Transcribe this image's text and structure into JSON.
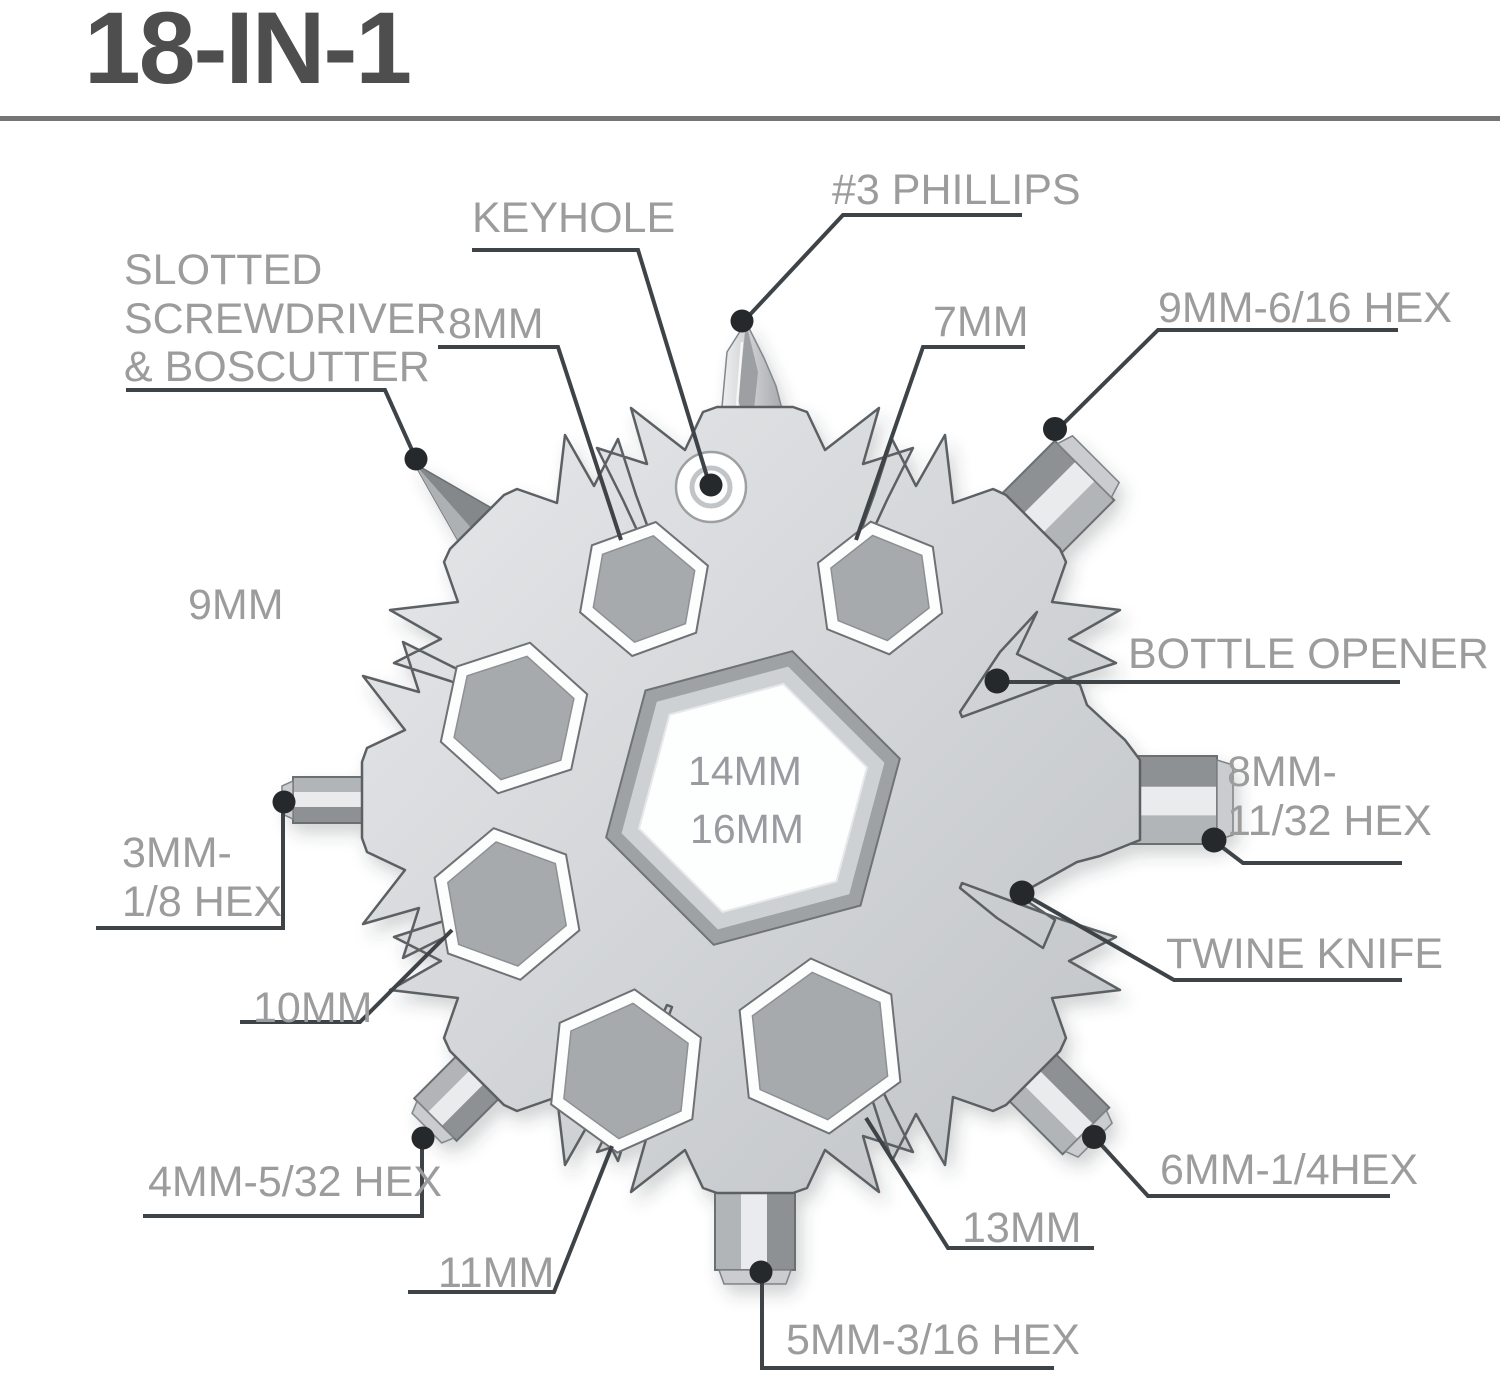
{
  "title": "18-IN-1",
  "tool": {
    "center_hole_sizes": [
      "14MM",
      "16MM"
    ]
  },
  "labels": {
    "slotted": "SLOTTED\nSCREWDRIVER\n& BOSCUTTER",
    "keyhole": "KEYHOLE",
    "hex_8mm_cutout": "8MM",
    "phillips": "#3 PHILLIPS",
    "hex_7mm_cutout": "7MM",
    "hex_9mm_616": "9MM-6/16 HEX",
    "bottle_opener": "BOTTLE OPENER",
    "hex_8mm_1132": "8MM-\n11/32 HEX",
    "twine_knife": "TWINE KNIFE",
    "hex_6mm_14": "6MM-1/4HEX",
    "hex_13mm_cutout": "13MM",
    "hex_5mm_316": "5MM-3/16 HEX",
    "hex_11mm_cutout": "11MM",
    "hex_4mm_532": "4MM-5/32 HEX",
    "hex_10mm_cutout": "10MM",
    "hex_3mm_18": "3MM-\n1/8 HEX",
    "hex_9mm_cutout": "9MM"
  },
  "colors": {
    "title_text": "#4e4e4e",
    "divider": "#757575",
    "label_text": "#9c9c9c",
    "leader_line": "#3e4347",
    "leader_dot": "#26292c",
    "metal_light": "#e3e5e7",
    "metal_mid": "#c2c5c8",
    "metal_dark": "#8e9194",
    "cutout_fill": "#a7aaad",
    "outline": "#5d6164"
  }
}
